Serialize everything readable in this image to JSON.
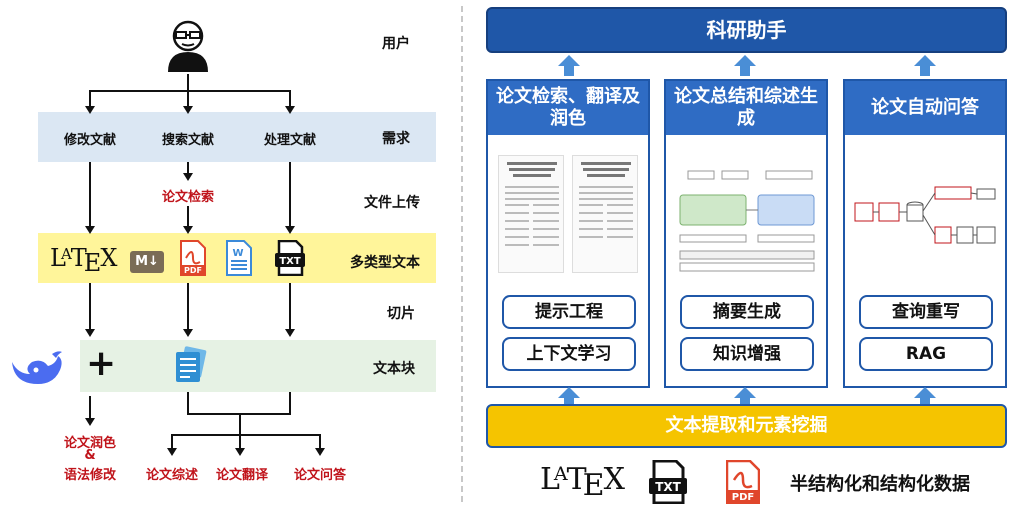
{
  "left": {
    "row_labels": {
      "user": "用户",
      "demand": "需求",
      "upload": "文件上传",
      "multitype": "多类型文本",
      "slice": "切片",
      "chunk": "文本块"
    },
    "demands": [
      "修改文献",
      "搜索文献",
      "处理文献"
    ],
    "search_label": "论文检索",
    "file_icons": {
      "latex": "LATEX",
      "md": "M↓",
      "pdf": "PDF",
      "txt": "TXT"
    },
    "plus": "+",
    "polish_lines": [
      "论文润色",
      "&",
      "语法修改"
    ],
    "outputs": [
      "论文综述",
      "论文翻译",
      "论文问答"
    ]
  },
  "right": {
    "top_title": "科研助手",
    "panels": [
      {
        "title": "论文检索、翻译及润色",
        "pills": [
          "提示工程",
          "上下文学习"
        ]
      },
      {
        "title": "论文总结和综述生成",
        "pills": [
          "摘要生成",
          "知识增强"
        ]
      },
      {
        "title": "论文自动问答",
        "pills": [
          "查询重写",
          "RAG"
        ]
      }
    ],
    "bottom_title": "文本提取和元素挖掘",
    "footer_text": "半结构化和结构化数据",
    "footer_icons": {
      "latex": "LATEX",
      "txt": "TXT",
      "pdf": "PDF"
    }
  },
  "colors": {
    "band_blue": "#dbe7f3",
    "band_yellow": "#fff59a",
    "band_green": "#e6f2e4",
    "primary_blue": "#1f57a8",
    "panel_head_blue": "#2f6cc4",
    "arrow_blue": "#4a8ed6",
    "accent_yellow": "#f5c400",
    "accent_red": "#c0141b"
  }
}
